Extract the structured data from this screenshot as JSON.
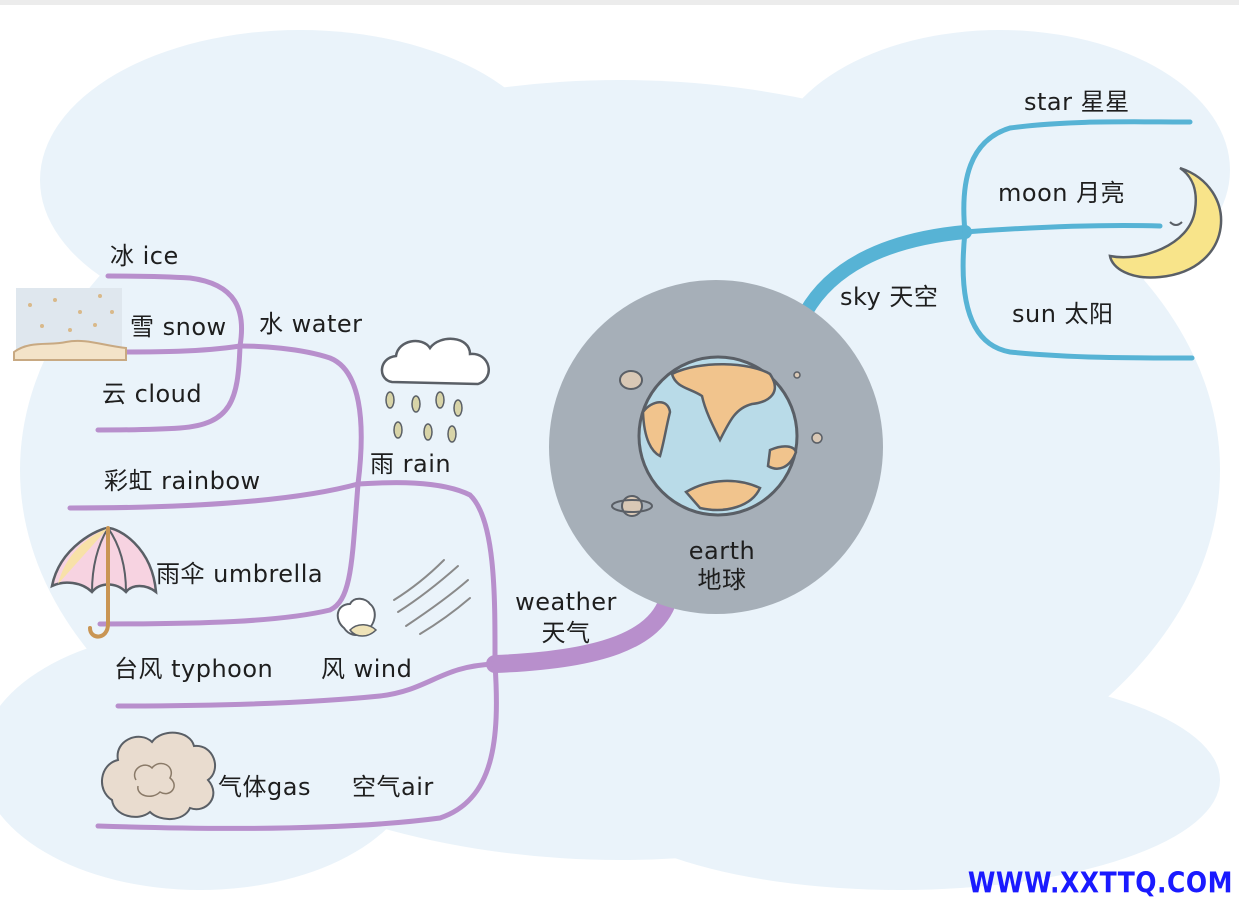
{
  "center": {
    "en": "earth",
    "zh": "地球"
  },
  "sky": {
    "label": "sky 天空",
    "items": [
      {
        "label": "star 星星"
      },
      {
        "label": "moon 月亮"
      },
      {
        "label": "sun 太阳"
      }
    ]
  },
  "weather": {
    "en": "weather",
    "zh": "天气",
    "water": {
      "label": "水 water",
      "items": [
        {
          "label": "冰 ice"
        },
        {
          "label": "雪 snow"
        },
        {
          "label": "云 cloud"
        }
      ]
    },
    "rain": {
      "label": "雨 rain",
      "items": [
        {
          "label": "彩虹 rainbow"
        },
        {
          "label": "雨伞 umbrella"
        }
      ]
    },
    "wind": {
      "label": "风 wind",
      "items": [
        {
          "label": "台风 typhoon"
        }
      ]
    },
    "air": {
      "label": "空气air",
      "items": [
        {
          "label": "气体gas"
        }
      ]
    }
  },
  "watermark": "WWW.XXTTQ.COM",
  "colors": {
    "branch_sky": "#57b3d5",
    "branch_weather": "#b88fcc",
    "earth_disc": "#a6afb8",
    "ocean": "#b9dbe8",
    "land": "#f1c48d",
    "outline": "#5a5f66",
    "background_blob": "#eaf3fa",
    "watermark": "#1a1aff"
  }
}
